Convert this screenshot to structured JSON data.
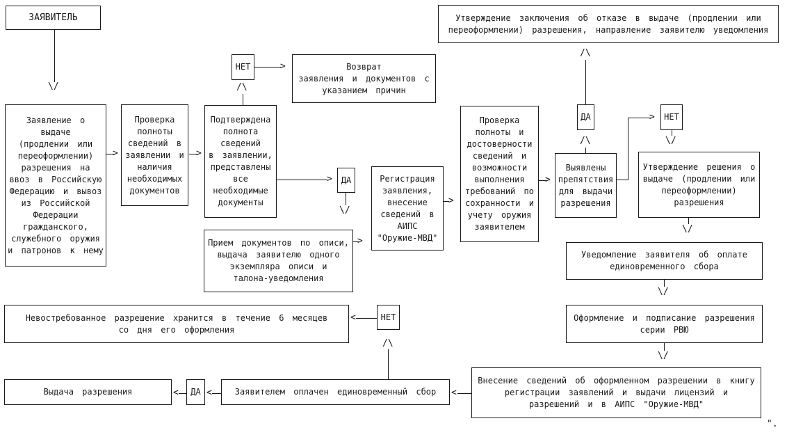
{
  "arrows": {
    "down": "\\/",
    "up": "/\\",
    "right": ">",
    "left": "<"
  },
  "misc": {
    "trailing": "\"."
  },
  "nodes": {
    "applicant": {
      "label": "ЗАЯВИТЕЛЬ"
    },
    "application": {
      "label": "Заявление о\nвыдаче\n(продлении или\nпереоформлении)\nразрешения на\nввоз в Российскую\nФедерацию и вывоз\nиз Российской\nФедерации\nгражданского,\nслужебного оружия\nи патронов к нему"
    },
    "check_completeness": {
      "label": "Проверка\nполноты\nсведений в\nзаявлении и\nналичия\nнеобходимых\nдокументов"
    },
    "confirmed": {
      "label": "Подтверждена\nполнота\nсведений\nв заявлении,\nпредставлены\nвсе\nнеобходимые\nдокументы"
    },
    "no1": {
      "label": "НЕТ"
    },
    "return_docs": {
      "label": "Возврат\nзаявления и документов с\nуказанием причин"
    },
    "yes1": {
      "label": "ДА"
    },
    "receive_docs": {
      "label": "Прием документов по описи,\nвыдача заявителю одного\nэкземпляра описи и\nталона-уведомления"
    },
    "registration": {
      "label": "Регистрация\nзаявления,\nвнесение\nсведений в\nАИПС\n\"Оружие-МВД\""
    },
    "verification": {
      "label": "Проверка\nполноты и\nдостоверности\nсведений и\nвозможности\nвыполнения\nтребований по\nсохранности и\nучету оружия\nзаявителем"
    },
    "obstacles": {
      "label": "Выявлены\nпрепятствия\nдля выдачи\nразрешения"
    },
    "yes2": {
      "label": "ДА"
    },
    "refusal": {
      "label": "Утверждение заключения об отказе в выдаче (продлении или\nпереоформлении) разрешения, направление заявителю уведомления"
    },
    "no2": {
      "label": "НЕТ"
    },
    "approve": {
      "label": "Утверждение решения о\nвыдаче (продлении или\nпереоформлении)\nразрешения"
    },
    "payment_notice": {
      "label": "Уведомление заявителя об оплате\nединовременного сбора"
    },
    "sign_permit": {
      "label": "Оформление и подписание разрешения\nсерии РВЮ"
    },
    "record_entry": {
      "label": "Внесение сведений об оформленном разрешении в книгу\nрегистрации заявлений и выдачи лицензий и\nразрешений и в АИПС \"Оружие-МВД\""
    },
    "unclaimed": {
      "label": "Невостребованное разрешение хранится в течение 6 месяцев\nсо дня его оформления"
    },
    "no3": {
      "label": "НЕТ"
    },
    "fee_paid": {
      "label": "Заявителем оплачен единовременный сбор"
    },
    "yes3": {
      "label": "ДА"
    },
    "issue": {
      "label": "Выдача разрешения"
    }
  }
}
